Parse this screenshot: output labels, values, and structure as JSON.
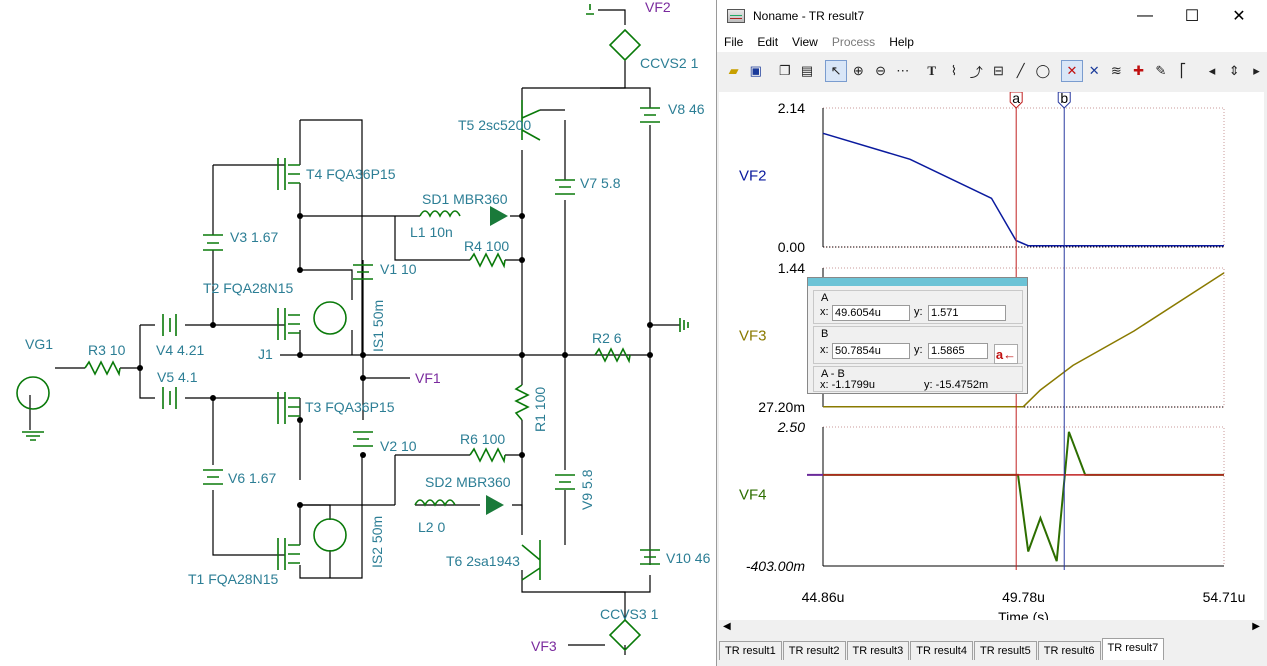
{
  "schematic": {
    "labels": {
      "vf2": "VF2",
      "ccvs2": "CCVS2 1",
      "v8": "V8 46",
      "t5": "T5 2sc5200",
      "t4": "T4 FQA36P15",
      "sd1": "SD1 MBR360",
      "v7": "V7 5.8",
      "l1": "L1 10n",
      "v3": "V3 1.67",
      "r4": "R4 100",
      "v1": "V1 10",
      "t2": "T2 FQA28N15",
      "is1": "IS1 50m",
      "vg1": "VG1",
      "r3": "R3 10",
      "v4": "V4 4.21",
      "r2": "R2 6",
      "j1": "J1",
      "v5": "V5 4.1",
      "vf1": "VF1",
      "t3": "T3 FQA36P15",
      "r1": "R1 100",
      "v2": "V2 10",
      "r6": "R6 100",
      "v6": "V6 1.67",
      "sd2": "SD2 MBR360",
      "v9": "V9 5.8",
      "l2": "L2 0",
      "is2": "IS2 50m",
      "t6": "T6 2sa1943",
      "v10": "V10 46",
      "t1": "T1 FQA28N15",
      "ccvs3": "CCVS3 1",
      "vf3": "VF3"
    }
  },
  "window": {
    "title": "Noname - TR result7",
    "menus": [
      "File",
      "Edit",
      "View",
      "Process",
      "Help"
    ],
    "controls": {
      "minimize": "—",
      "maximize": "☐",
      "close": "✕"
    }
  },
  "plot": {
    "cursor_labels": {
      "a": "a",
      "b": "b"
    },
    "panels": [
      {
        "signal": "VF2",
        "ymax": "2.14",
        "ymin": "0.00",
        "color": "#0a1a9e"
      },
      {
        "signal": "VF3",
        "ymax": "1.44",
        "ymin": "27.20m",
        "color": "#8a7a00"
      },
      {
        "signal": "VF4",
        "ymax": "2.50",
        "ymin": "-403.00m",
        "color": "#2d6e00"
      }
    ],
    "x_ticks": [
      "44.86u",
      "49.78u",
      "54.71u"
    ],
    "x_axis_label": "Time (s)"
  },
  "chart_data": [
    {
      "type": "line",
      "title": "",
      "xlabel": "Time (s)",
      "ylabel": "VF2",
      "xlim": [
        44.86,
        54.71
      ],
      "ylim": [
        0.0,
        2.14
      ],
      "x_unit": "us",
      "series": [
        {
          "name": "VF2",
          "x": [
            44.86,
            47.0,
            49.0,
            49.6,
            49.9,
            50.4,
            54.71
          ],
          "values": [
            1.75,
            1.35,
            0.75,
            0.1,
            0.02,
            0.02,
            0.02
          ]
        }
      ]
    },
    {
      "type": "line",
      "title": "",
      "xlabel": "Time (s)",
      "ylabel": "VF3",
      "xlim": [
        44.86,
        54.71
      ],
      "ylim": [
        0.0272,
        1.44
      ],
      "x_unit": "us",
      "series": [
        {
          "name": "VF3",
          "x": [
            44.86,
            49.78,
            50.2,
            51.0,
            52.5,
            54.71
          ],
          "values": [
            0.03,
            0.03,
            0.2,
            0.45,
            0.8,
            1.39
          ]
        }
      ]
    },
    {
      "type": "line",
      "title": "",
      "xlabel": "Time (s)",
      "ylabel": "VF4",
      "xlim": [
        44.86,
        54.71
      ],
      "ylim": [
        -0.403,
        2.5
      ],
      "x_unit": "us",
      "series": [
        {
          "name": "VF4",
          "x": [
            44.86,
            49.65,
            49.9,
            50.2,
            50.6,
            50.9,
            51.3,
            54.71
          ],
          "values": [
            1.5,
            1.5,
            -0.1,
            0.6,
            -0.3,
            2.4,
            1.5,
            1.5
          ]
        }
      ]
    }
  ],
  "cursor_dialog": {
    "a": {
      "title": "A",
      "x_label": "x:",
      "x": "49.6054u",
      "y_label": "y:",
      "y": "1.571"
    },
    "b": {
      "title": "B",
      "x_label": "x:",
      "x": "50.7854u",
      "y_label": "y:",
      "y": "1.5865"
    },
    "ab": {
      "title": "A - B",
      "x": "x:  -1.1799u",
      "y": "y:  -15.4752m"
    },
    "swap_label": "a←"
  },
  "tabs": [
    "TR result1",
    "TR result2",
    "TR result3",
    "TR result4",
    "TR result5",
    "TR result6",
    "TR result7"
  ],
  "active_tab": "TR result7"
}
